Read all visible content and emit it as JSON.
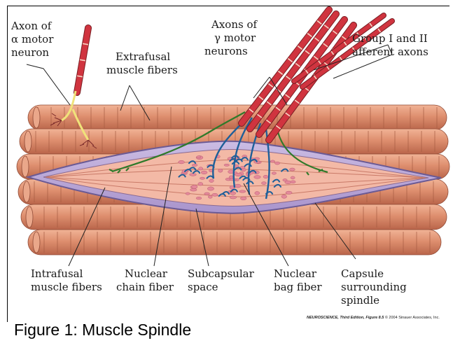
{
  "labels": {
    "axon_alpha": [
      "Axon of",
      "α motor",
      "neuron"
    ],
    "extrafusal": [
      "Extrafusal",
      "muscle fibers"
    ],
    "axons_gamma": [
      "Axons of",
      "γ motor",
      "neurons"
    ],
    "group_afferent": [
      "Group I and II",
      "afferent axons"
    ],
    "intrafusal": [
      "Intrafusal",
      "muscle fibers"
    ],
    "nuclear_chain": [
      "Nuclear",
      "chain fiber"
    ],
    "subcapsular": [
      "Subcapsular",
      "space"
    ],
    "nuclear_bag": [
      "Nuclear",
      "bag fiber"
    ],
    "capsule": [
      "Capsule",
      "surrounding",
      "spindle"
    ]
  },
  "caption": "Figure 1: Muscle Spindle",
  "credit": {
    "book": "NEUROSCIENCE, Third Edition, Figure 8.5",
    "rest": " © 2004 Sinauer Associates, Inc."
  },
  "colors": {
    "muscle": "#d98b6c",
    "muscle_dark": "#b8664a",
    "capsule": "#b9a6d6",
    "capsule_edge": "#6b5a94",
    "inner": "#f3b9a6",
    "gamma_axon": "#c0303a",
    "afferent": "#1e5f99",
    "motor_nerve": "#f0e37a",
    "green_fiber": "#2f7a2a"
  }
}
